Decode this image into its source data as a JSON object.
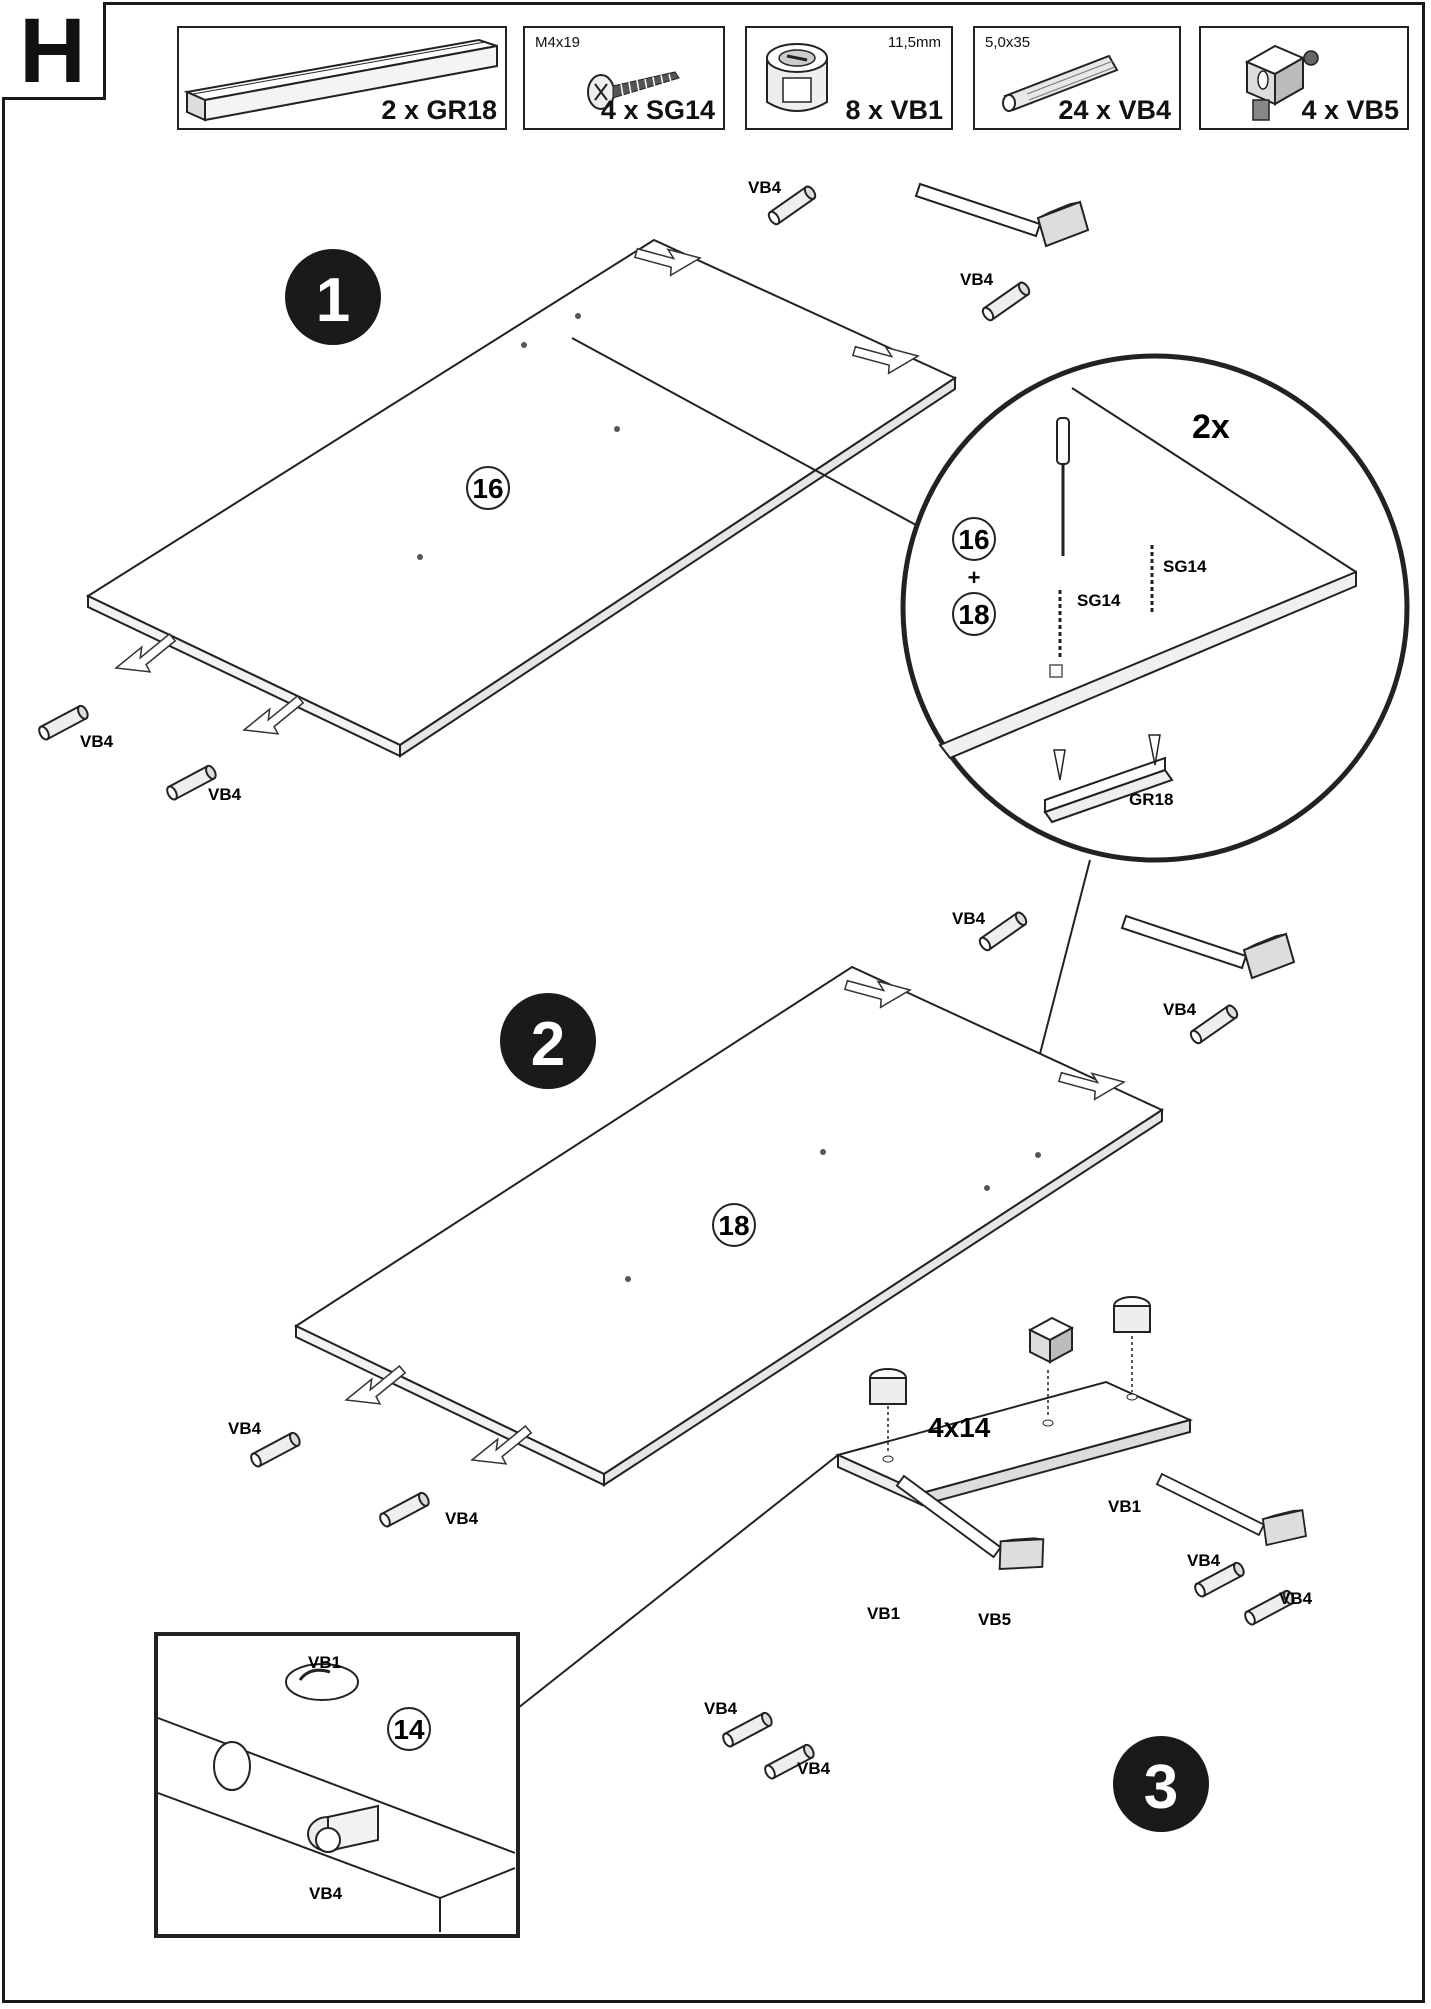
{
  "header": {
    "letter": "H"
  },
  "parts": [
    {
      "spec": "",
      "qty": "2 x GR18",
      "icon": "rail-icon"
    },
    {
      "spec": "M4x19",
      "qty": "4 x SG14",
      "icon": "screw-icon"
    },
    {
      "spec": "11,5mm",
      "qty": "8 x VB1",
      "icon": "cam-lock-icon"
    },
    {
      "spec": "5,0x35",
      "qty": "24 x VB4",
      "icon": "dowel-icon"
    },
    {
      "spec": "",
      "qty": "4 x VB5",
      "icon": "connector-icon"
    }
  ],
  "steps": [
    {
      "number": "1",
      "panel": "16",
      "dowel_label": "VB4"
    },
    {
      "number": "2",
      "panel": "18",
      "dowel_label": "VB4"
    },
    {
      "number": "3",
      "panel": "4x14",
      "dowel_label": "VB4"
    }
  ],
  "detail_1": {
    "multiplier": "2x",
    "panels": [
      "16",
      "+",
      "18"
    ],
    "screw_label": "SG14",
    "rail_label": "GR18"
  },
  "detail_3": {
    "cam_label": "VB1",
    "panel": "14",
    "dowel_label": "VB4"
  },
  "step3_labels": {
    "cam": "VB1",
    "connector": "VB5"
  }
}
